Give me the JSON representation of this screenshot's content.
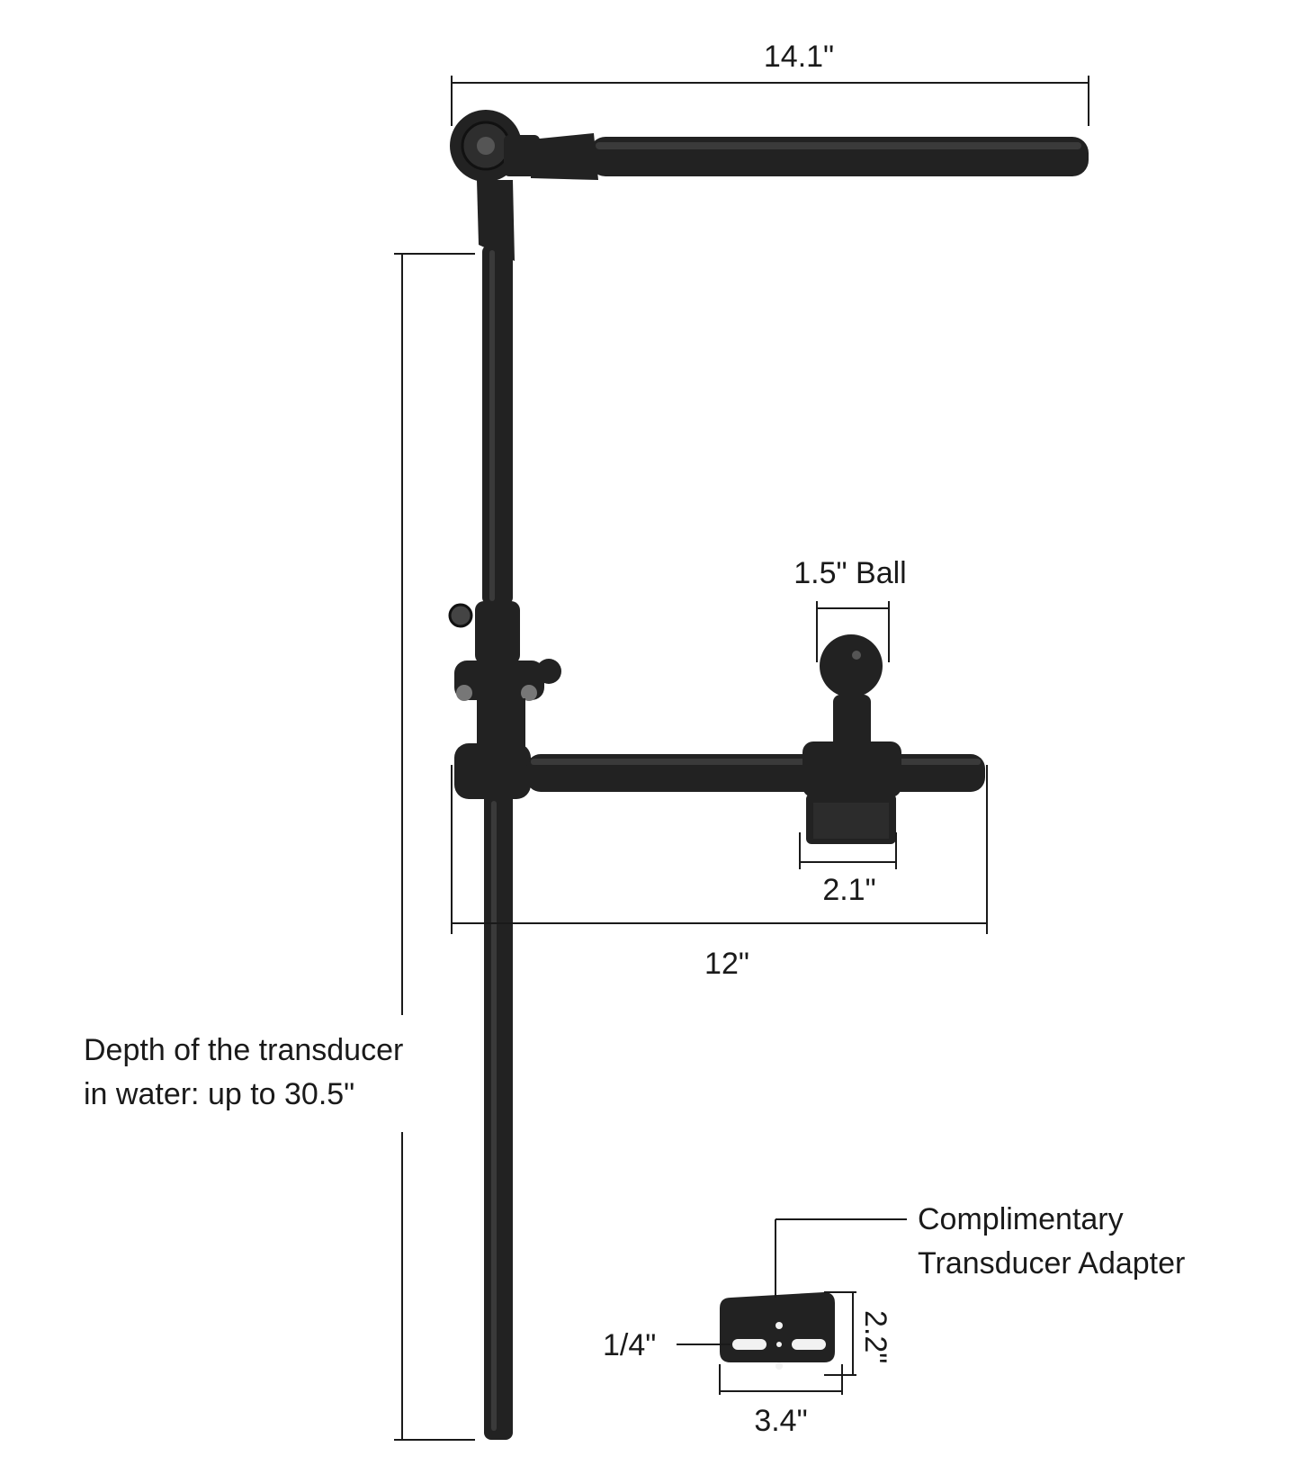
{
  "dimensions": {
    "top_width": "14.1\"",
    "ball": "1.5\" Ball",
    "base": "2.1\"",
    "arm_length": "12\"",
    "depth_line1": "Depth of the transducer",
    "depth_line2": "in water: up to 30.5\"",
    "adapter_line1": "Complimentary",
    "adapter_line2": "Transducer Adapter",
    "slot": "1/4\"",
    "adapter_height": "2.2\"",
    "adapter_width": "3.4\""
  },
  "colors": {
    "metal": "#222222",
    "highlight": "#3a3a3a",
    "line": "#1a1a1a"
  }
}
